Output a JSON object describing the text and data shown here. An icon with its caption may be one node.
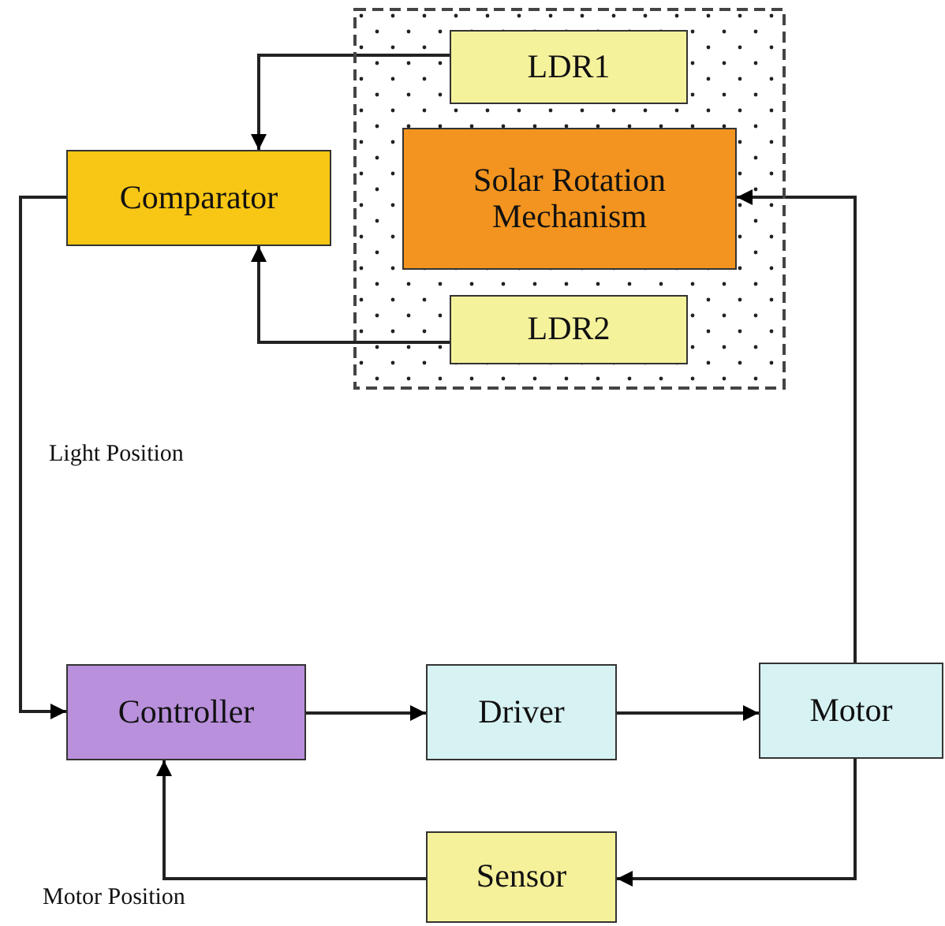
{
  "diagram": {
    "nodes": [
      {
        "text": [],
        "shape": "box"
      },
      {
        "text": [
          "LDR1"
        ],
        "in": 0
      },
      {
        "text": [
          "Solar Rotation Mechanism"
        ],
        "in": 0
      },
      {
        "text": [
          "LDR2"
        ],
        "in": 0
      },
      {
        "text": [
          "Comparator"
        ]
      },
      {
        "text": [
          "Controller"
        ]
      },
      {
        "text": [
          "Driver"
        ]
      },
      {
        "text": [
          "Motor"
        ]
      },
      {
        "text": [
          "Sensor"
        ]
      }
    ],
    "edges": [
      {
        "from": 1,
        "to": 4,
        "arrow": "to"
      },
      {
        "from": 3,
        "to": 4,
        "arrow": "to"
      },
      {
        "from": 4,
        "to": 5,
        "arrow": "to",
        "label": "Light Position"
      },
      {
        "from": 5,
        "to": 6,
        "arrow": "to"
      },
      {
        "from": 6,
        "to": 7,
        "arrow": "to"
      },
      {
        "from": 7,
        "to": 2,
        "arrow": "to"
      },
      {
        "from": 7,
        "to": 8,
        "arrow": "to"
      },
      {
        "from": 8,
        "to": 5,
        "arrow": "to",
        "label": "Motor Position"
      }
    ]
  }
}
